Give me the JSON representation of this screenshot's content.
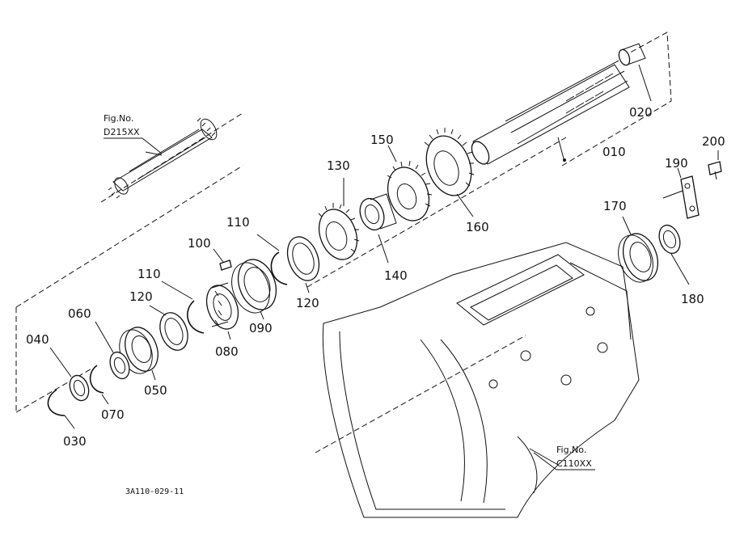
{
  "diagram": {
    "part_numbers": {
      "p010": "010",
      "p020": "020",
      "p030": "030",
      "p040": "040",
      "p050": "050",
      "p060": "060",
      "p070": "070",
      "p080": "080",
      "p090": "090",
      "p100": "100",
      "p110a": "110",
      "p110b": "110",
      "p120a": "120",
      "p120b": "120",
      "p130": "130",
      "p140": "140",
      "p150": "150",
      "p160": "160",
      "p170": "170",
      "p180": "180",
      "p190": "190",
      "p200": "200"
    },
    "fig_refs": {
      "top_left_label": "Fig.No.",
      "top_left_code": "D215XX",
      "bottom_right_label": "Fig.No.",
      "bottom_right_code": "C110XX"
    },
    "drawing_code": "3A110-029-11"
  }
}
